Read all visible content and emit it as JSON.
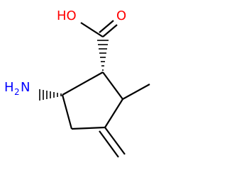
{
  "molecule": {
    "labels": {
      "oh": "HO",
      "carbonyl_o": "O",
      "amine_h": "H",
      "amine_subscript": "2",
      "amine_n": "N"
    },
    "colors": {
      "bond": "#000000",
      "oxygen": "#ff0000",
      "nitrogen": "#0000ff"
    }
  }
}
